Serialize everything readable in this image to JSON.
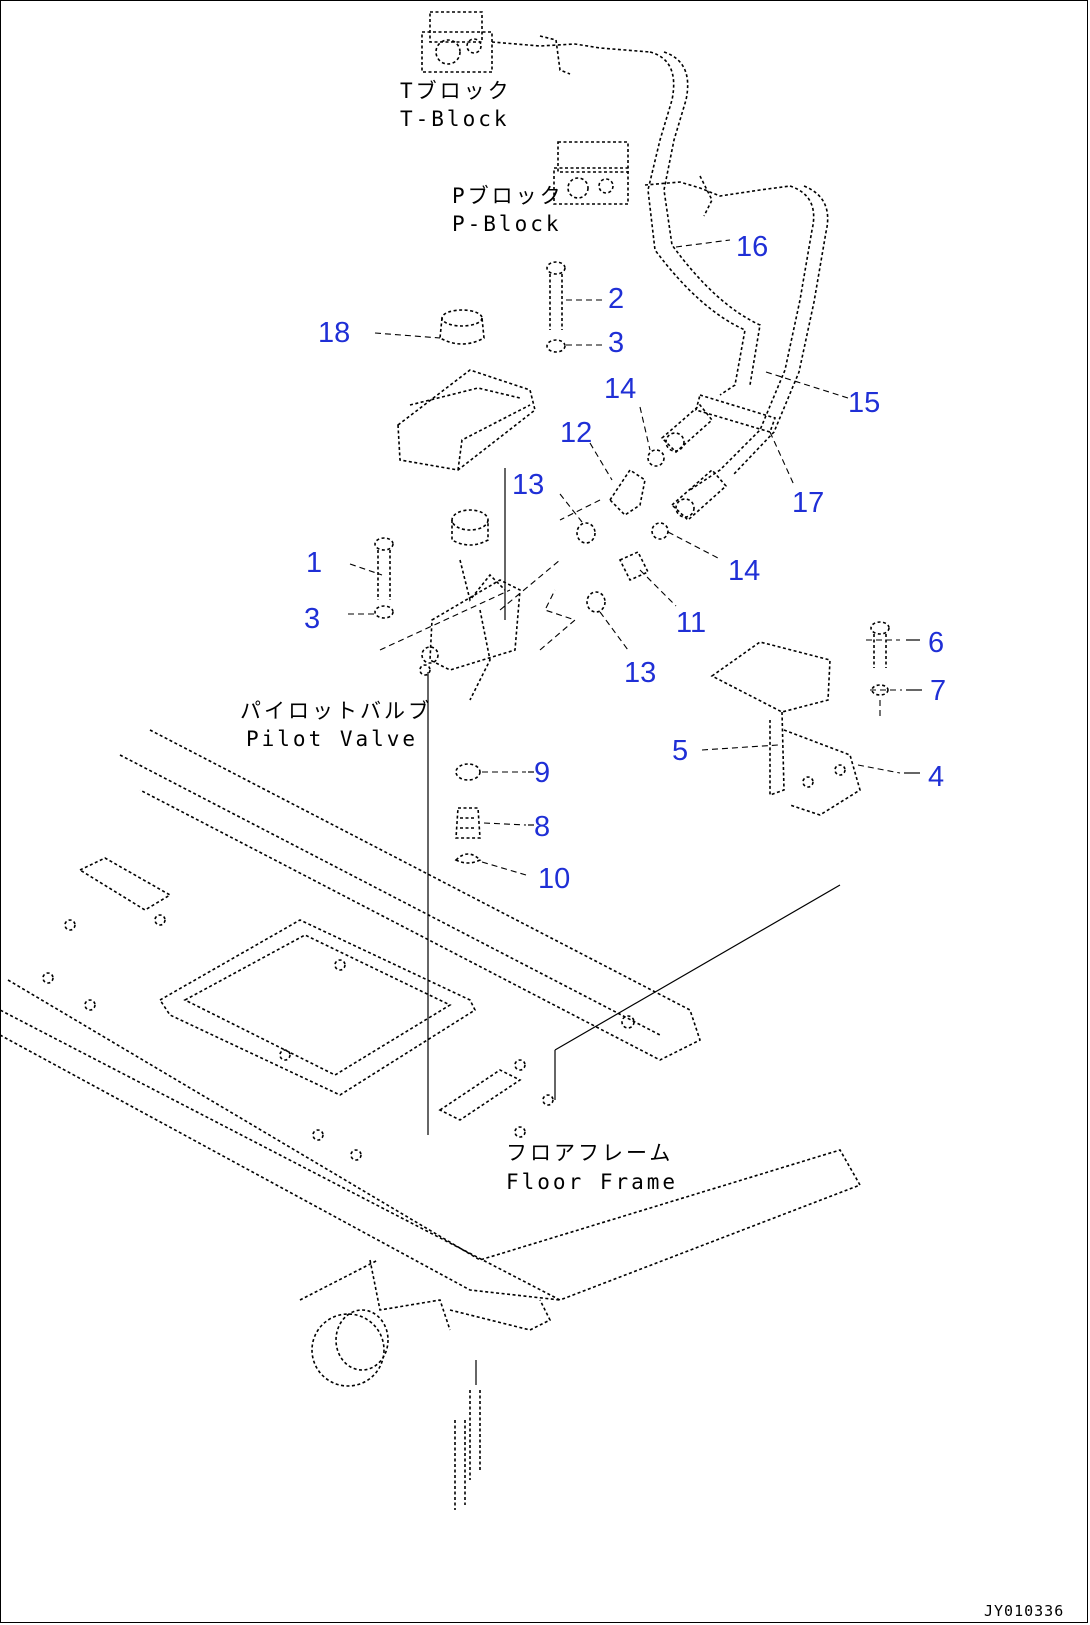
{
  "labels": {
    "t_block_jp": "Tブロック",
    "t_block_en": "T-Block",
    "p_block_jp": "Pブロック",
    "p_block_en": "P-Block",
    "pilot_valve_jp": "パイロットバルブ",
    "pilot_valve_en": "Pilot Valve",
    "floor_frame_jp": "フロアフレーム",
    "floor_frame_en": "Floor Frame"
  },
  "callouts": [
    "1",
    "2",
    "3",
    "3",
    "4",
    "5",
    "6",
    "7",
    "8",
    "9",
    "10",
    "11",
    "12",
    "13",
    "13",
    "14",
    "14",
    "15",
    "16",
    "17",
    "18"
  ],
  "drawing_code": "JY010336",
  "colors": {
    "callout": "#1f2fd6",
    "line": "#000000",
    "background": "#ffffff"
  }
}
